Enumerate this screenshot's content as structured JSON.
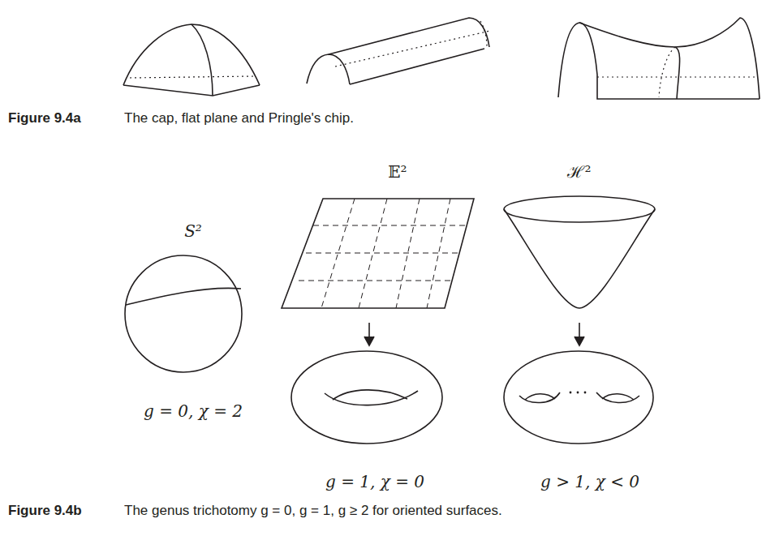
{
  "diagram": {
    "labels": [
      "Figure 9.4a",
      "The cap, flat plane and Pringle's chip.",
      "𝔼²",
      "ℋ²",
      "S²",
      "g = 0, χ = 2",
      "g = 1, χ = 0",
      "g > 1, χ < 0",
      "Figure 9.4b",
      "The genus trichotomy g = 0, g = 1, g ≥ 2 for oriented surfaces."
    ]
  }
}
